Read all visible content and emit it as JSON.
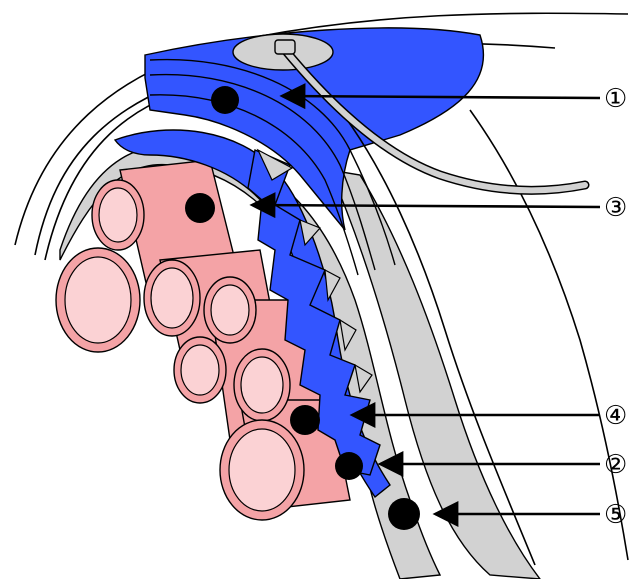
{
  "figure": {
    "colors": {
      "membrane_blue": "#3355ff",
      "tissue_grey": "#d2d2d2",
      "tube_pink": "#f4a3a6",
      "tube_inner": "#fbd2d4",
      "outline": "#000000",
      "background": "#ffffff"
    },
    "callouts": [
      {
        "id": "c1",
        "label": "①"
      },
      {
        "id": "c3",
        "label": "③"
      },
      {
        "id": "c4",
        "label": "④"
      },
      {
        "id": "c2",
        "label": "②"
      },
      {
        "id": "c5",
        "label": "⑤"
      }
    ]
  }
}
